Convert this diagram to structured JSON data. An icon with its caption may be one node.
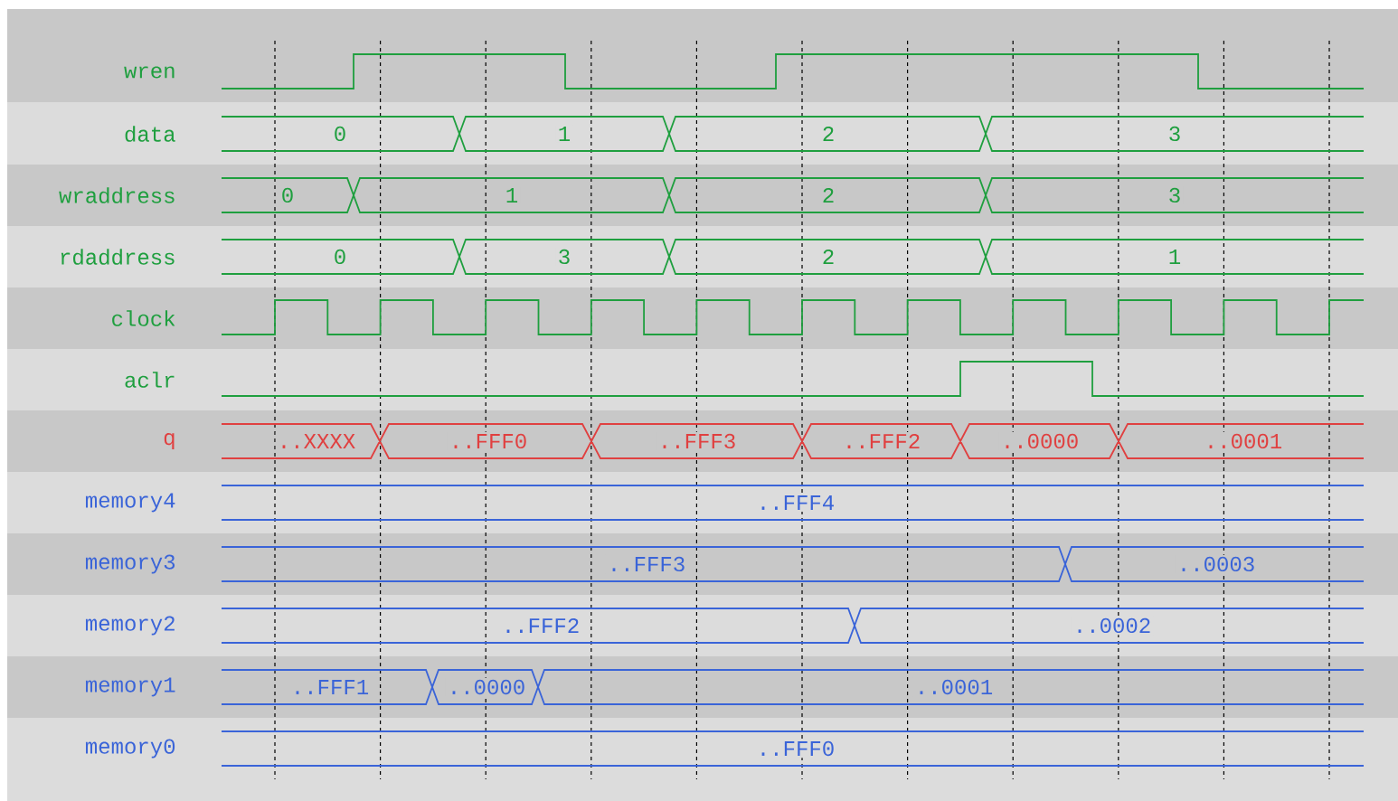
{
  "diagram": {
    "labels": [
      "wren",
      "data",
      "0",
      "1",
      "2",
      "3",
      "wraddress",
      "0",
      "1",
      "2",
      "3",
      "rdaddress",
      "0",
      "3",
      "2",
      "1",
      "clock",
      "aclr",
      "q",
      "..XXXX",
      "..FFF0",
      "..FFF3",
      "..FFF2",
      "..0000",
      "..0001",
      "memory4",
      "..FFF4",
      "memory3",
      "..FFF3",
      "..0003",
      "memory2",
      "..FFF2",
      "..0002",
      "memory1",
      "..FFF1",
      "..0000",
      "..0001",
      "memory0",
      "..FFF0"
    ]
  }
}
